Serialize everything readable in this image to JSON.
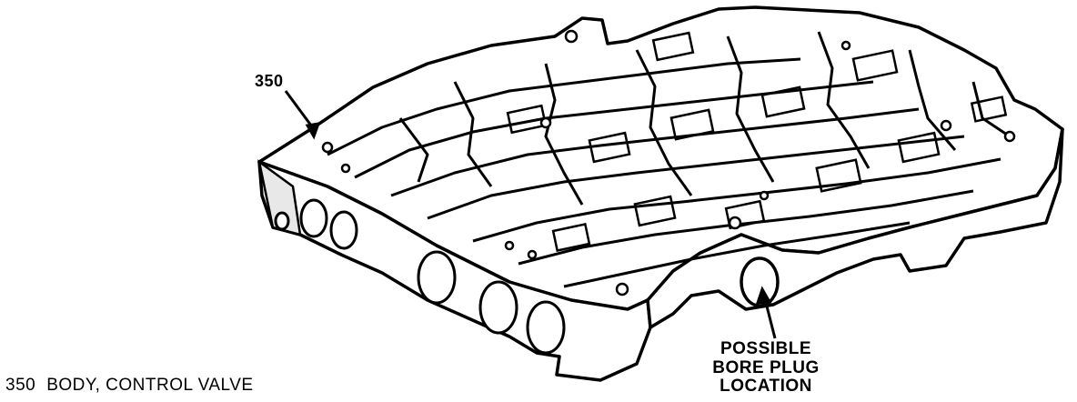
{
  "callout": {
    "number": "350"
  },
  "caption": {
    "number": "350",
    "text": "BODY, CONTROL VALVE"
  },
  "note": {
    "lines": [
      "POSSIBLE",
      "BORE PLUG",
      "LOCATION"
    ]
  },
  "colors": {
    "ink": "#000000",
    "paper": "#ffffff",
    "shade": "#e8e8e8"
  }
}
